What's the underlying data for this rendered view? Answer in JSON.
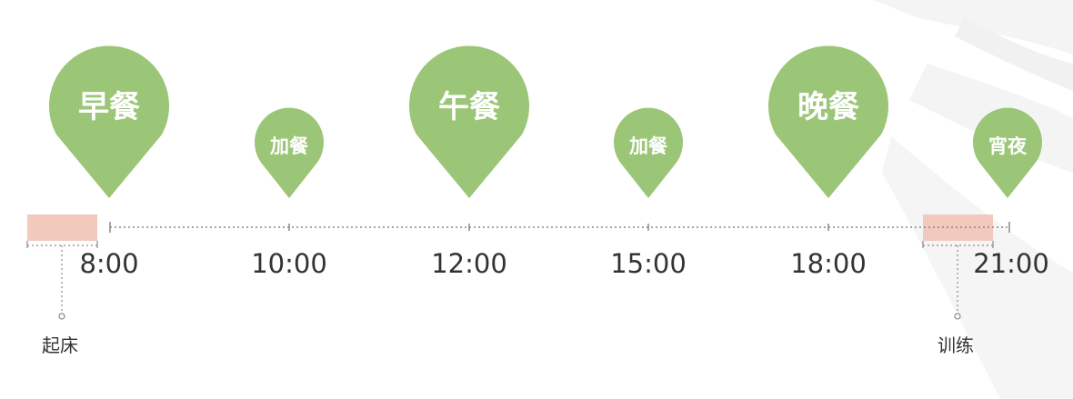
{
  "colors": {
    "pin": "#9bc577",
    "band": "#f2c9bd",
    "axis": "#888888",
    "text": "#333333",
    "background_deco": "#f3f3f3"
  },
  "pins": [
    {
      "label": "早餐",
      "size": "big"
    },
    {
      "label": "加餐",
      "size": "small"
    },
    {
      "label": "午餐",
      "size": "big"
    },
    {
      "label": "加餐",
      "size": "small"
    },
    {
      "label": "晚餐",
      "size": "big"
    },
    {
      "label": "宵夜",
      "size": "small"
    }
  ],
  "times": [
    "8:00",
    "10:00",
    "12:00",
    "15:00",
    "18:00",
    "21:00"
  ],
  "annotations": {
    "wake_up": "起床",
    "training": "训练"
  }
}
